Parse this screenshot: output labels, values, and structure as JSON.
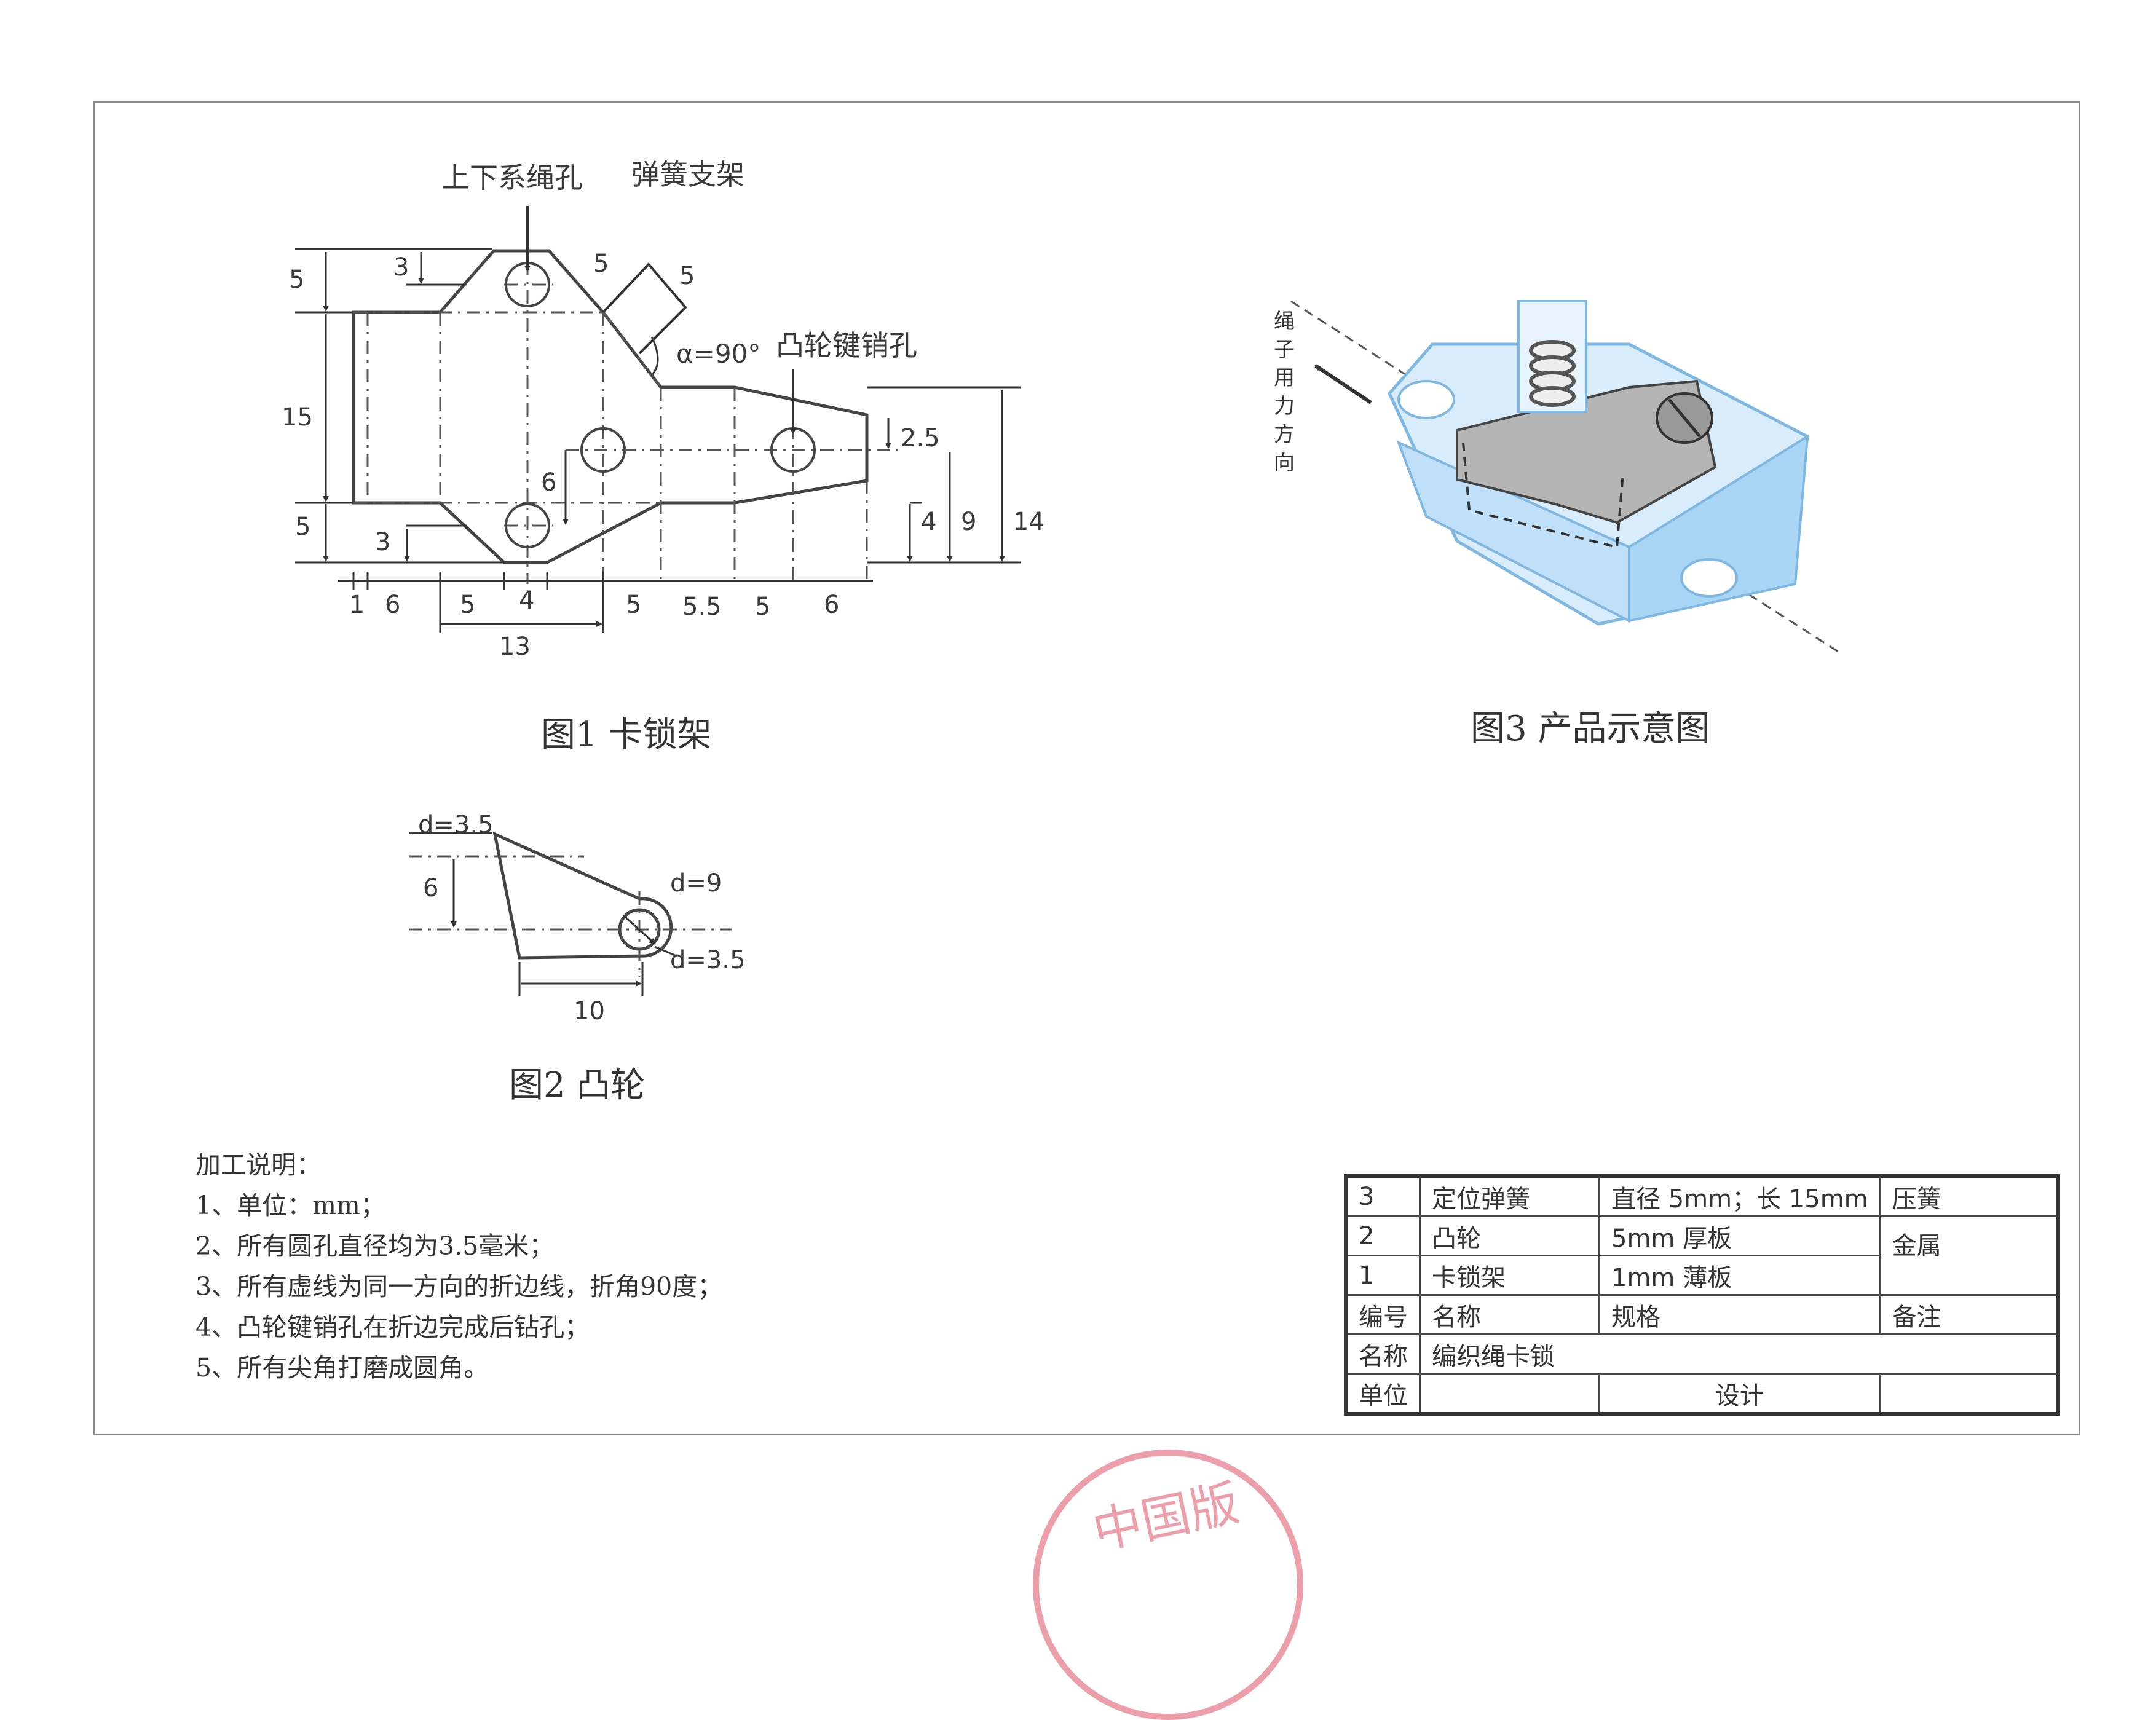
{
  "fig1": {
    "caption": "图1  卡锁架",
    "label_holes": "上下系绳孔",
    "label_spring": "弹簧支架",
    "label_angle": "α=90°",
    "label_key": "凸轮键销孔",
    "dims": {
      "d5a": "5",
      "d3a": "3",
      "d15": "15",
      "d5b": "5",
      "d3b": "3",
      "d5c": "5",
      "d5d": "5",
      "d25": "2.5",
      "d6": "6",
      "d4": "4",
      "d9": "9",
      "d14": "14",
      "b1": "1",
      "b6": "6",
      "b5": "5",
      "b4": "4",
      "b5b": "5",
      "b55": "5.5",
      "b5c": "5",
      "b6b": "6",
      "b13": "13"
    }
  },
  "fig2": {
    "caption": "图2  凸轮",
    "d_small_top": "d=3.5",
    "d_big": "d=9",
    "d_small_bottom": "d=3.5",
    "dim6": "6",
    "dim10": "10"
  },
  "fig3": {
    "caption": "图3  产品示意图",
    "force_label": [
      "绳",
      "子",
      "用",
      "力",
      "方",
      "向"
    ]
  },
  "notes": {
    "title": "加工说明：",
    "items": [
      "1、单位：mm；",
      "2、所有圆孔直径均为3.5毫米；",
      "3、所有虚线为同一方向的折边线，折角90度；",
      "4、凸轮键销孔在折边完成后钻孔；",
      "5、所有尖角打磨成圆角。"
    ]
  },
  "table": {
    "rows": [
      {
        "no": "3",
        "name": "定位弹簧",
        "spec": "直径 5mm；长 15mm",
        "remark": "压簧"
      },
      {
        "no": "2",
        "name": "凸轮",
        "spec": "5mm 厚板",
        "remark": "金属"
      },
      {
        "no": "1",
        "name": "卡锁架",
        "spec": "1mm 薄板",
        "remark": ""
      }
    ],
    "header": {
      "no": "编号",
      "name": "名称",
      "spec": "规格",
      "remark": "备注"
    },
    "title_label": "名称",
    "title_value": "编织绳卡锁",
    "unit_label": "单位",
    "unit_value": "",
    "design_label": "设计",
    "design_value": ""
  },
  "stamp_text": "中国版"
}
